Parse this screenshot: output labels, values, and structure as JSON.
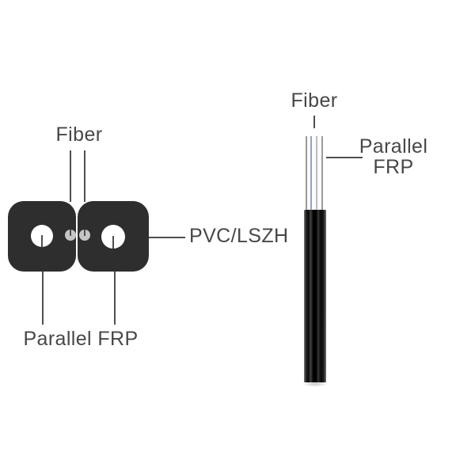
{
  "cross_section_view": {
    "fiber_label": "Fiber",
    "jacket_label": "PVC/LSZH",
    "frp_label": "Parallel FRP"
  },
  "side_view": {
    "fiber_label": "Fiber",
    "frp_line1": "Parallel",
    "frp_line2": "FRP"
  },
  "colors": {
    "jacket_cross_section": "#2e2e2e",
    "jacket_side": "#0a0a0a",
    "label_text": "#474747",
    "leader_line": "#4f4f4f",
    "fiber_dot": "#c6c6c6",
    "frp_circle": "#ffffff",
    "strand_blue": "#8ea6c4",
    "strand_gray": "#9b9b9b",
    "background": "#ffffff"
  }
}
